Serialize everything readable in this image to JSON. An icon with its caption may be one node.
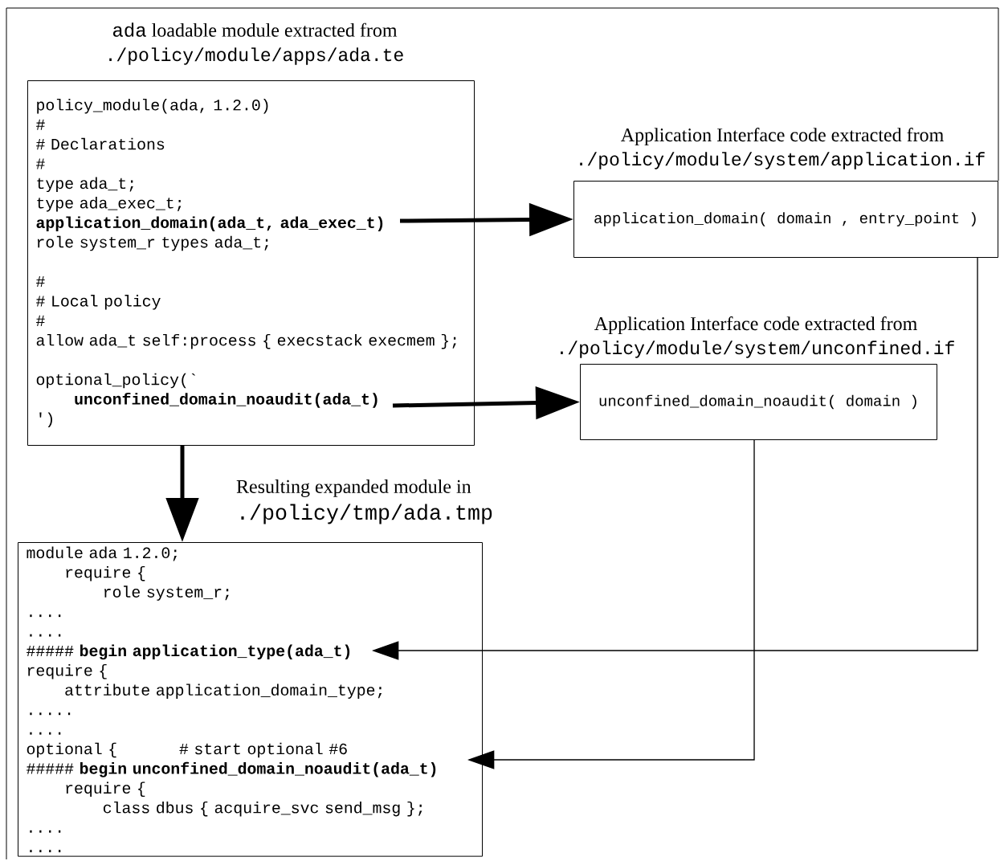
{
  "diagram": {
    "nodes": [
      {
        "text": [
          "ada",
          "loadable module extracted from",
          "./policy/module/apps/ada.te",
          "policy_module(ada, 1.2.0)",
          "#",
          "# Declarations",
          "#",
          "type ada_t;",
          "type ada_exec_t;",
          "application_domain(ada_t, ada_exec_t)",
          "role system_r types ada_t;",
          "#",
          "# Local policy",
          "#",
          "allow ada_t self:process { execstack execmem };",
          "optional_policy(`",
          "unconfined_domain_noaudit(ada_t)",
          "')"
        ]
      },
      {
        "text": [
          "Application Interface code extracted from",
          "./policy/module/system/application.if",
          "application_domain( domain , entry_point )"
        ]
      },
      {
        "text": [
          "Application Interface code extracted from",
          "./policy/module/system/unconfined.if",
          "unconfined_domain_noaudit( domain )"
        ]
      },
      {
        "text": [
          "Resulting expanded module in",
          "./policy/tmp/ada.tmp",
          "module ada 1.2.0;",
          "require {",
          "role system_r;",
          "....",
          "....",
          "##### **begin application_type(ada_t)**",
          "require {",
          "attribute application_domain_type;",
          ".....",
          "....",
          "optional {",
          "# start optional #6",
          "##### **begin unconfined_domain_noaudit(ada_t)**",
          "require {",
          "class dbus { acquire_svc send_msg };",
          "....",
          "...."
        ]
      }
    ],
    "edges": [
      {
        "from": 0,
        "to": 1,
        "arrow": "to"
      },
      {
        "from": 0,
        "to": 2,
        "arrow": "to"
      },
      {
        "from": 0,
        "to": 3,
        "arrow": "to"
      },
      {
        "from": 1,
        "to": 3,
        "arrow": "to"
      },
      {
        "from": 2,
        "to": 3,
        "arrow": "to"
      }
    ]
  }
}
